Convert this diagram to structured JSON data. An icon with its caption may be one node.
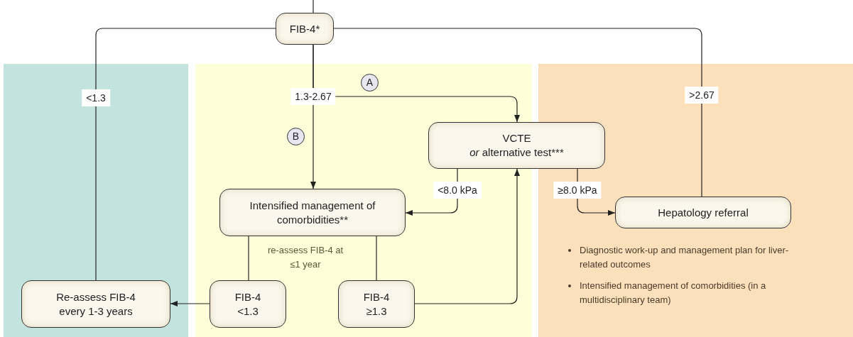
{
  "diagram": {
    "nodes": [
      {
        "text": [
          "FIB-4*"
        ]
      },
      {
        "text": [
          "VCTE",
          "*or* alternative test***"
        ]
      },
      {
        "text": [
          "Intensified management of comorbidities**"
        ]
      },
      {
        "text": [
          "Hepatology referral"
        ]
      },
      {
        "text": [
          "Re-assess FIB-4 every 1-3 years"
        ]
      },
      {
        "text": [
          "FIB-4 <1.3"
        ]
      },
      {
        "text": [
          "FIB-4 ≥1.3"
        ]
      },
      {
        "text": [
          "A"
        ]
      },
      {
        "text": [
          "B"
        ]
      }
    ],
    "edges": [
      {
        "from": 0,
        "to": 4,
        "arrow": "none",
        "label": "<1.3"
      },
      {
        "from": 0,
        "to": 2,
        "arrow": "to",
        "label": "1.3-2.67"
      },
      {
        "from": 0,
        "to": 1,
        "arrow": "to"
      },
      {
        "from": 0,
        "to": 3,
        "arrow": "none",
        "label": ">2.67"
      },
      {
        "from": 1,
        "to": 2,
        "arrow": "to",
        "label": "<8.0 kPa"
      },
      {
        "from": 1,
        "to": 3,
        "arrow": "to",
        "label": "≥8.0 kPa"
      },
      {
        "from": 2,
        "to": 5,
        "arrow": "none"
      },
      {
        "from": 2,
        "to": 6,
        "arrow": "none"
      },
      {
        "from": 5,
        "to": 4,
        "arrow": "to"
      },
      {
        "from": 6,
        "to": 1,
        "arrow": "to"
      },
      {
        "from": null,
        "to": 0,
        "arrow": "none"
      }
    ],
    "labels": [
      "re-assess FIB-4 at ≤1 year",
      "Diagnostic work-up and management plan for liver-related outcomes",
      "Intensified management of comorbidities (in a multidisciplinary team)"
    ]
  }
}
